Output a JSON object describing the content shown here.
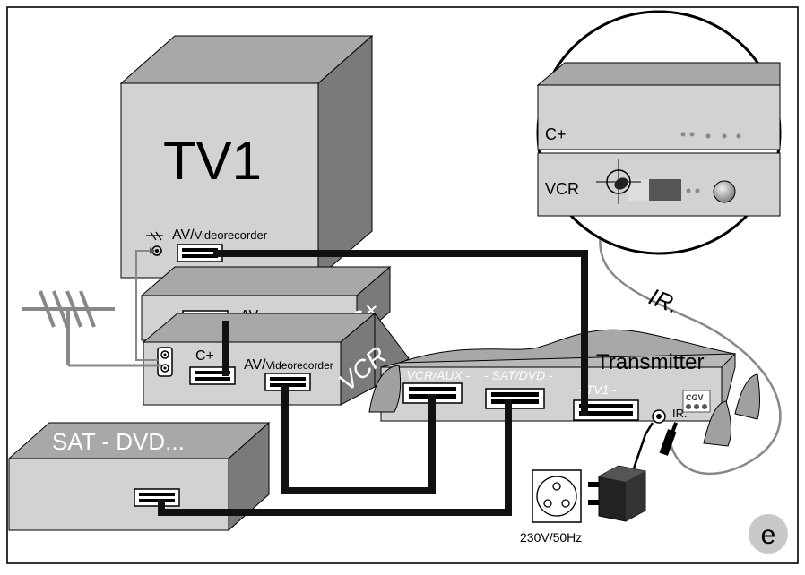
{
  "labels": {
    "tv1": "TV1",
    "tv_av": "AV/",
    "tv_av_sub": "Videorecorder",
    "cplus_av": "AV",
    "cplus_side": "C+",
    "vcr_cplus": "C+",
    "vcr_av": "AV/",
    "vcr_av_sub": "Videorecorder",
    "vcr_side": "VCR",
    "sat": "SAT - DVD...",
    "transmitter": "Transmitter",
    "port_vcr": "- VCR/AUX -",
    "port_sat": "- SAT/DVD -",
    "port_tv1": "- TV1 -",
    "ir_port": "IR.",
    "ir_cable": "IR.",
    "mag_cplus": "C+",
    "mag_vcr": "VCR",
    "power": "230V/50Hz",
    "figure_letter": "e",
    "brand": "CGV"
  },
  "colors": {
    "device_front": "#d4d4d4",
    "device_top": "#9e9e9e",
    "device_side": "#7a7a7a",
    "cable": "#111111",
    "ir_line": "#8a8a8a"
  }
}
